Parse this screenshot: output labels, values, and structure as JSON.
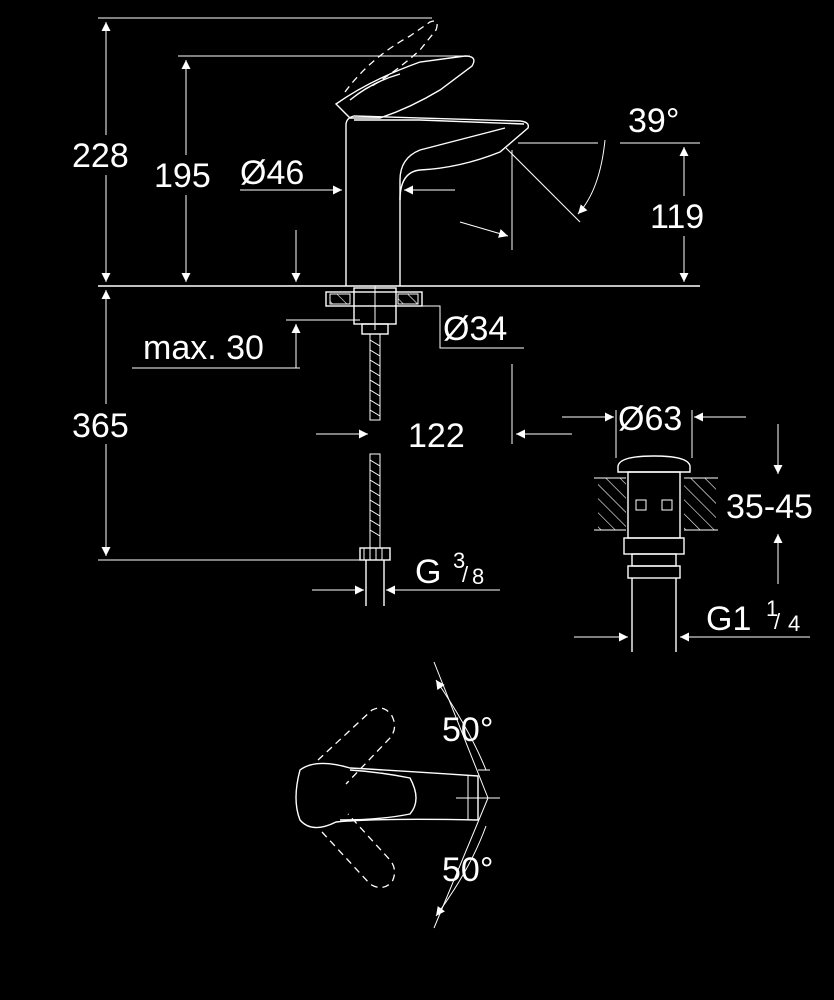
{
  "dimensions": {
    "height_total": "228",
    "height_lever": "195",
    "body_diameter": "Ø46",
    "angle_spout": "39°",
    "height_spout": "119",
    "max_thickness": "max. 30",
    "mount_hole": "Ø34",
    "hose_length": "365",
    "projection": "122",
    "waste_diameter": "Ø63",
    "waste_range": "35-45",
    "connection_main": "G",
    "connection_num": "3",
    "connection_den": "8",
    "waste_thread_main": "G1",
    "waste_thread_num": "1",
    "waste_thread_den": "4",
    "rotation_top": "50°",
    "rotation_bottom": "50°"
  }
}
